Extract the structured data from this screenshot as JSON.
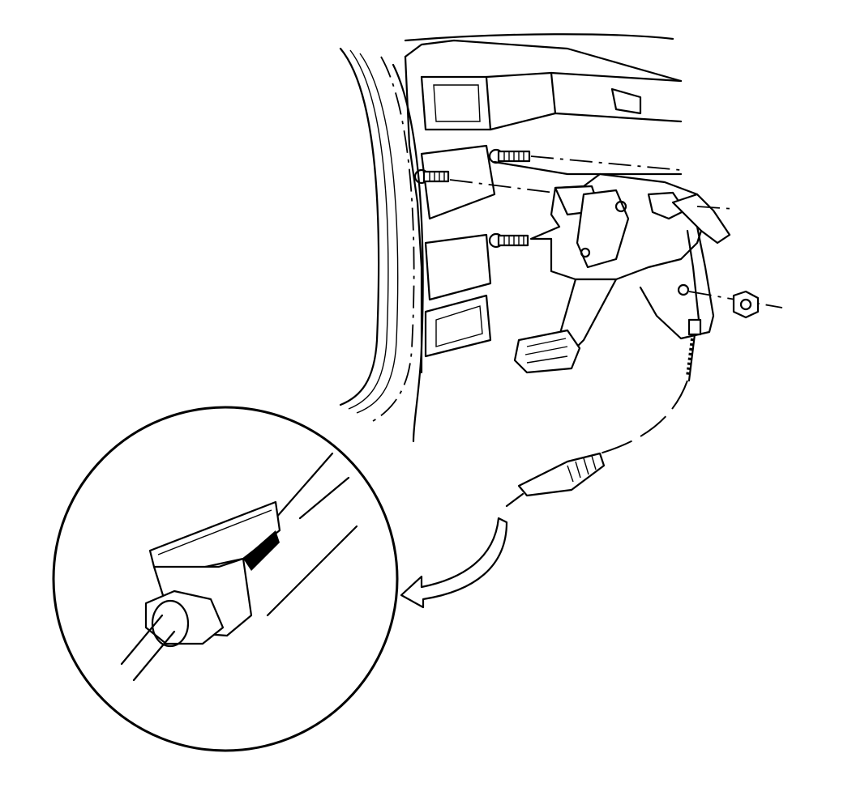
{
  "figure": {
    "type": "technical-illustration",
    "colors": {
      "line": "#000000",
      "background": "#ffffff"
    },
    "parts": [
      "pillar",
      "dash-bracket",
      "studs",
      "parking-brake-pedal-assembly",
      "nut",
      "brake-cable",
      "cable-end-clip",
      "detail-view-circle",
      "callout-arrow"
    ]
  }
}
